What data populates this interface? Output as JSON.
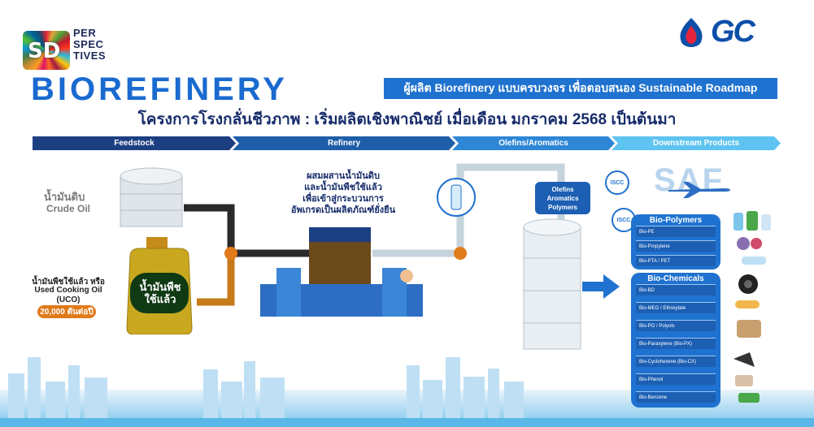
{
  "logo": {
    "sd_mark": "SD",
    "sd_text": [
      "PER",
      "SPEC",
      "TIVES"
    ],
    "company": "GC"
  },
  "header": {
    "title": "BIOREFINERY",
    "banner": "ผู้ผลิต Biorefinery แบบครบวงจร เพื่อตอบสนอง Sustainable Roadmap",
    "subtitle": "โครงการโรงกลั่นชีวภาพ : เริ่มผลิตเชิงพาณิชย์ เมื่อเดือน มกราคม 2568 เป็นต้นมา"
  },
  "stages": [
    "Feedstock",
    "Refinery",
    "Olefins/Aromatics",
    "Downstream Products"
  ],
  "feedstock": {
    "crude_th": "น้ำมันดิบ",
    "crude_en": "Crude Oil",
    "uco_th_line1": "น้ำมันพืชใช้แล้ว หรือ",
    "uco_en_line1": "Used Cooking Oil",
    "uco_en_line2": "(UCO)",
    "uco_amount": "20,000 ตันต่อปี",
    "bottle_label_line1": "น้ำมันพืช",
    "bottle_label_line2": "ใช้แล้ว"
  },
  "refinery": {
    "lines": [
      "ผสมผสานน้ำมันดิบ",
      "และน้ำมันพืชใช้แล้ว",
      "เพื่อเข้าสู่กระบวนการ",
      "อัพเกรดเป็นผลิตภัณฑ์ยั่งยืน"
    ]
  },
  "olefins": {
    "lines": [
      "Olefins",
      "Aromatics",
      "Polymers"
    ]
  },
  "products": {
    "saf": "SAF",
    "iscc": "ISCC",
    "bio_polymers_title": "Bio-Polymers",
    "bio_polymers": [
      "Bio-PE",
      "Bio-Propylene",
      "Bio-PTA / PET"
    ],
    "bio_chemicals_title": "Bio-Chemicals",
    "bio_chemicals": [
      "Bio-BD",
      "Bio-MEG / Ethoxylate",
      "Bio-PO / Polyols",
      "Bio-Paraxylene (Bio-PX)",
      "Bio-Cyclohexene (Bio-CX)",
      "Bio-Phenol",
      "Bio-Benzene"
    ]
  },
  "colors": {
    "primary": "#1f72cf",
    "dark_navy": "#162b6a",
    "orange": "#e07a1a",
    "stage1": "#1c3f82",
    "stage2": "#1e5ea8",
    "stage3": "#2d86d6",
    "stage4": "#5ec3f0"
  }
}
